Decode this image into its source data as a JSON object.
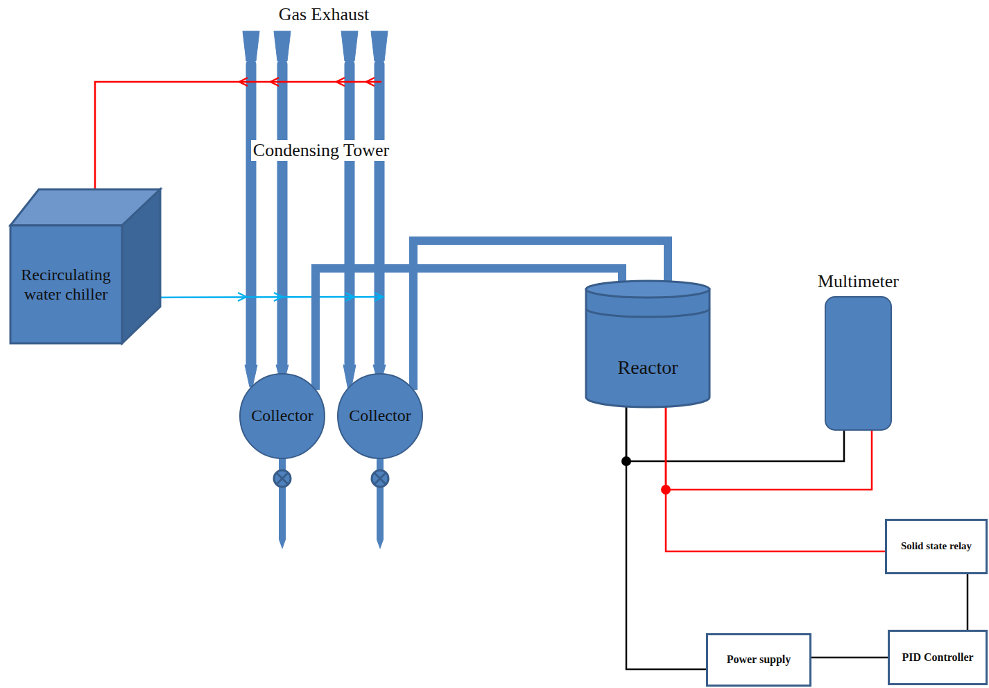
{
  "diagram": {
    "nodes": [
      {
        "text": [
          "Recirculating water chiller"
        ]
      },
      {
        "text": [
          "Collector"
        ]
      },
      {
        "text": [
          "Collector"
        ]
      },
      {
        "text": [
          "Reactor"
        ]
      },
      {
        "text": [
          "Multimeter"
        ]
      },
      {
        "text": [
          "Solid state relay"
        ]
      },
      {
        "text": [
          "PID Controller"
        ]
      },
      {
        "text": [
          "Power supply"
        ]
      }
    ],
    "edges": [
      {
        "from": 3,
        "to": 1,
        "arrow": "none"
      },
      {
        "from": 3,
        "to": 2,
        "arrow": "none"
      },
      {
        "from": 3,
        "to": 4,
        "arrow": "none"
      },
      {
        "from": 3,
        "to": 4,
        "arrow": "none"
      },
      {
        "from": 3,
        "to": 5,
        "arrow": "none"
      },
      {
        "from": 5,
        "to": 6,
        "arrow": "none"
      },
      {
        "from": 6,
        "to": 7,
        "arrow": "none"
      },
      {
        "from": 7,
        "to": 3,
        "arrow": "none"
      }
    ],
    "labels": [
      "Gas Exhaust",
      "Condensing Tower"
    ]
  }
}
